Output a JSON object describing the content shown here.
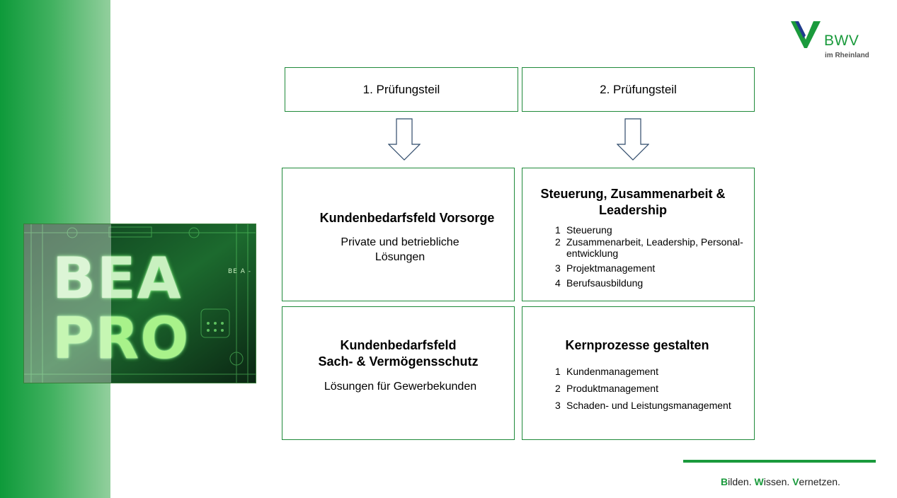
{
  "logo": {
    "name": "BWV",
    "subtitle": "im Rheinland"
  },
  "hero": {
    "line1": "BEA",
    "line2": "PRO",
    "tag": "BE A -"
  },
  "headers": [
    {
      "label": "1. Prüfungsteil"
    },
    {
      "label": "2. Prüfungsteil"
    }
  ],
  "box1": {
    "title": "Kundenbedarfsfeld Vorsorge",
    "subtitle_line1": "Private und betriebliche",
    "subtitle_line2": "Lösungen"
  },
  "box2": {
    "title_line1": "Steuerung, Zusammenarbeit &",
    "title_line2": "Leadership",
    "items": [
      {
        "num": "1",
        "text": "Steuerung"
      },
      {
        "num": "2",
        "text": "Zusammenarbeit, Leadership, Personal-",
        "text2": "entwicklung"
      },
      {
        "num": "3",
        "text": "Projektmanagement"
      },
      {
        "num": "4",
        "text": "Berufsausbildung"
      }
    ]
  },
  "box3": {
    "title_line1": "Kundenbedarfsfeld",
    "title_line2": "Sach- & Vermögensschutz",
    "subtitle": "Lösungen für Gewerbekunden"
  },
  "box4": {
    "title": "Kernprozesse gestalten",
    "items": [
      {
        "num": "1",
        "text": "Kundenmanagement"
      },
      {
        "num": "2",
        "text": "Produktmanagement"
      },
      {
        "num": "3",
        "text": "Schaden- und Leistungsmanagement"
      }
    ]
  },
  "slogan": {
    "w1_initial": "B",
    "w1_rest": "ilden",
    "w2_initial": "W",
    "w2_rest": "issen",
    "w3_initial": "V",
    "w3_rest": "ernetzen",
    "sep": ". ",
    "end": "."
  },
  "colors": {
    "brand_green": "#1a9a3c",
    "box_border": "#1f8a3a",
    "logo_blue": "#1f3c8c"
  }
}
